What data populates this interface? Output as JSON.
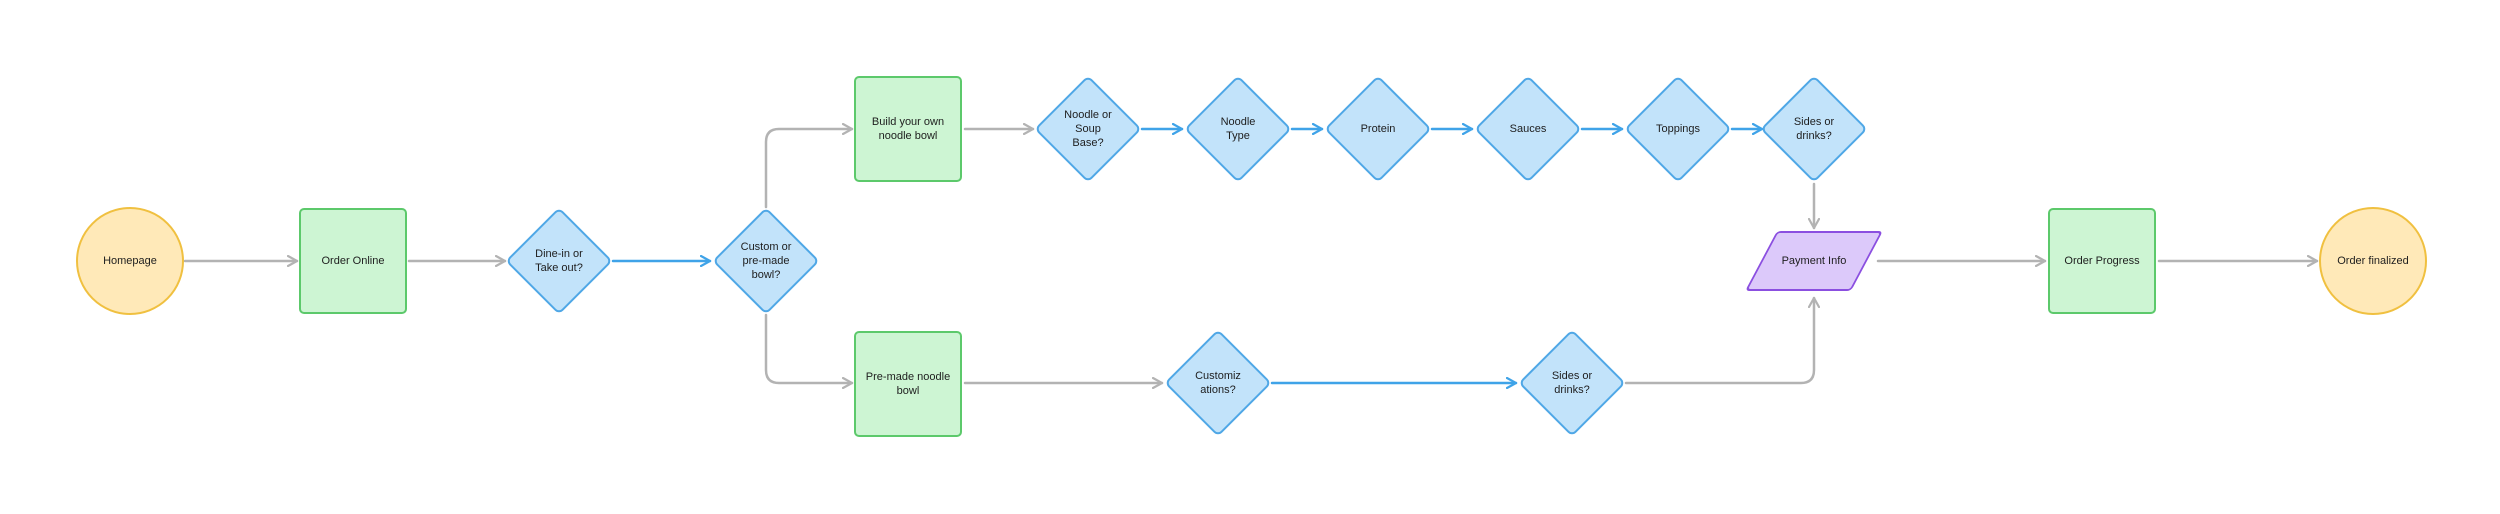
{
  "colors": {
    "terminal_fill": "#FFE9B8",
    "terminal_stroke": "#F0C040",
    "process_fill": "#CDF5D3",
    "process_stroke": "#5CC96B",
    "decision_fill": "#C2E3FA",
    "decision_stroke": "#4FA7E6",
    "io_fill": "#DCC9FA",
    "io_stroke": "#8B4FE0",
    "gray_edge": "#B3B3B3",
    "blue_edge": "#3FA3E8"
  },
  "nodes": {
    "homepage": "Homepage",
    "order_online": "Order Online",
    "dine_in": "Dine-in or\nTake out?",
    "custom_or_premade": "Custom or\npre-made\nbowl?",
    "build_own": "Build your own\nnoodle bowl",
    "noodle_or_soup": "Noodle or\nSoup\nBase?",
    "noodle_type": "Noodle\nType",
    "protein": "Protein",
    "sauces": "Sauces",
    "toppings": "Toppings",
    "sides_top": "Sides or\ndrinks?",
    "premade": "Pre-made noodle\nbowl",
    "customizations": "Customiz\nations?",
    "sides_bottom": "Sides or\ndrinks?",
    "payment_info": "Payment Info",
    "order_progress": "Order Progress",
    "order_finalized": "Order finalized"
  }
}
